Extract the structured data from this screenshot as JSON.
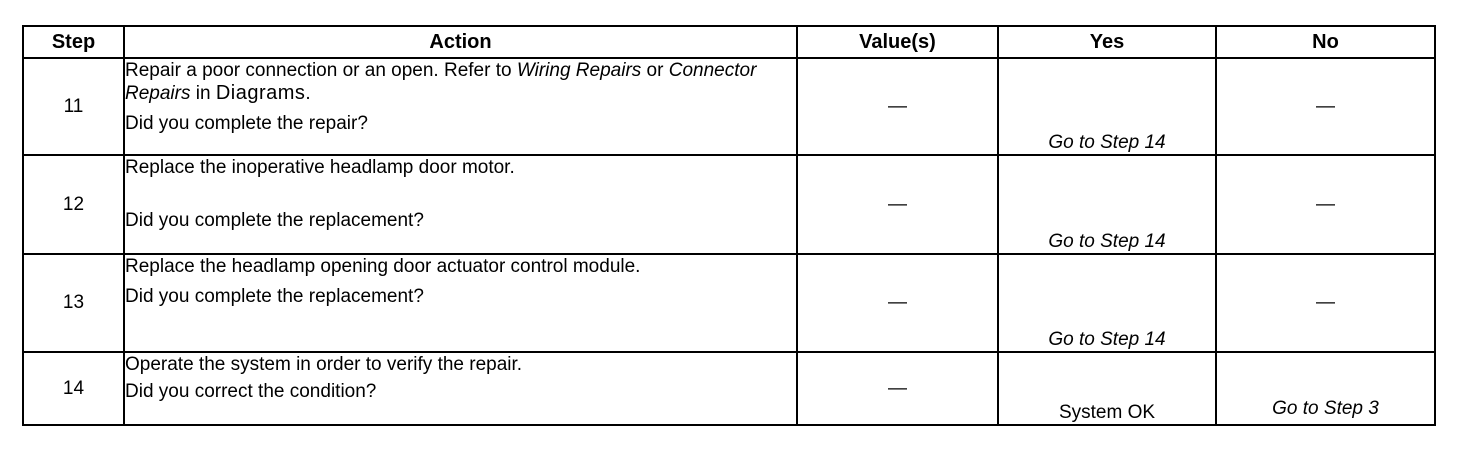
{
  "table": {
    "headers": {
      "step": "Step",
      "action": "Action",
      "values": "Value(s)",
      "yes": "Yes",
      "no": "No"
    },
    "rows": [
      {
        "step": "11",
        "action_part1": "Repair a poor connection or an open. Refer to ",
        "action_link1": "Wiring Repairs",
        "action_part2": " or ",
        "action_link2": "Connector Repairs",
        "action_part3": " in ",
        "action_part4": "Diagrams",
        "action_part5": ".",
        "question": "Did you complete the repair?",
        "value": "—",
        "yes": "Go to Step 14",
        "no": "—"
      },
      {
        "step": "12",
        "action": "Replace the inoperative headlamp door motor.",
        "question": "Did you complete the replacement?",
        "value": "—",
        "yes": "Go to Step 14",
        "no": "—"
      },
      {
        "step": "13",
        "action": "Replace the headlamp opening door actuator control module.",
        "question": "Did you complete the replacement?",
        "value": "—",
        "yes": "Go to Step 14",
        "no": "—"
      },
      {
        "step": "14",
        "action": "Operate the system in order to verify the repair.",
        "question": "Did you correct the condition?",
        "value": "—",
        "yes": "System OK",
        "no": "Go to Step 3"
      }
    ]
  }
}
